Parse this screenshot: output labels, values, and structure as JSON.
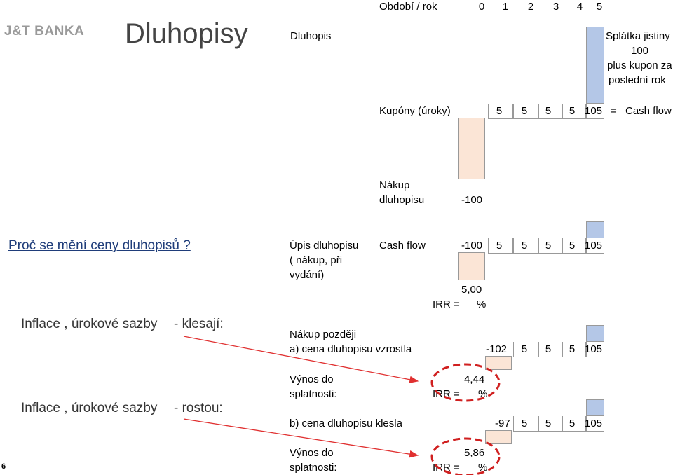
{
  "header": {
    "period_label": "Období / rok",
    "periods": [
      "0",
      "1",
      "2",
      "3",
      "4",
      "5"
    ]
  },
  "brand": {
    "logo": "J&T BANKA"
  },
  "title": "Dluhopisy",
  "diagram": {
    "bond_label": "Dluhopis",
    "repayment_line1": "Splátka jistiny",
    "repayment_line2": "100",
    "repayment_line3": "plus kupon za",
    "repayment_line4": "poslední rok",
    "coupons_label": "Kupóny (úroky)",
    "coupons": [
      "5",
      "5",
      "5",
      "5",
      "105"
    ],
    "equals": "=",
    "cash_flow_label": "Cash flow",
    "purchase_line1": "Nákup",
    "purchase_line2": "dluhopisu",
    "purchase_value": "-100"
  },
  "left": {
    "question": "Proč se mění ceny dluhopisů ?",
    "falling_label": "Inflace , úrokové sazby",
    "falling_verb": "- klesají:",
    "rising_label": "Inflace , úrokové sazby",
    "rising_verb": "- rostou:",
    "slide_number": "6"
  },
  "issue": {
    "line1": "Úpis dluhopisu",
    "line2": "( nákup, při",
    "line3": "vydání)",
    "cash_flow_label": "Cash flow",
    "values": [
      "-100",
      "5",
      "5",
      "5",
      "5",
      "105"
    ],
    "irr_value": "5,00",
    "irr_label": "IRR =",
    "irr_unit": "%"
  },
  "later": {
    "line1": "Nákup později",
    "case_a": "a) cena dluhopisu vzrostla",
    "case_a_values": [
      "-102",
      "5",
      "5",
      "5",
      "105"
    ],
    "yield_a_line1": "Výnos do",
    "yield_a_line2": "splatnosti:",
    "irr_a_value": "4,44",
    "irr_a_label": "IRR =",
    "irr_a_unit": "%",
    "case_b": "b) cena dluhopisu klesla",
    "case_b_values": [
      "-97",
      "5",
      "5",
      "5",
      "105"
    ],
    "yield_b_line1": "Výnos do",
    "yield_b_line2": "splatnosti:",
    "irr_b_value": "5,86",
    "irr_b_label": "IRR =",
    "irr_b_unit": "%"
  },
  "colors": {
    "negative_box": "#fbe5d6",
    "positive_box": "#b4c7e7",
    "arrow": "#e03030",
    "question": "#1f3d7a"
  }
}
